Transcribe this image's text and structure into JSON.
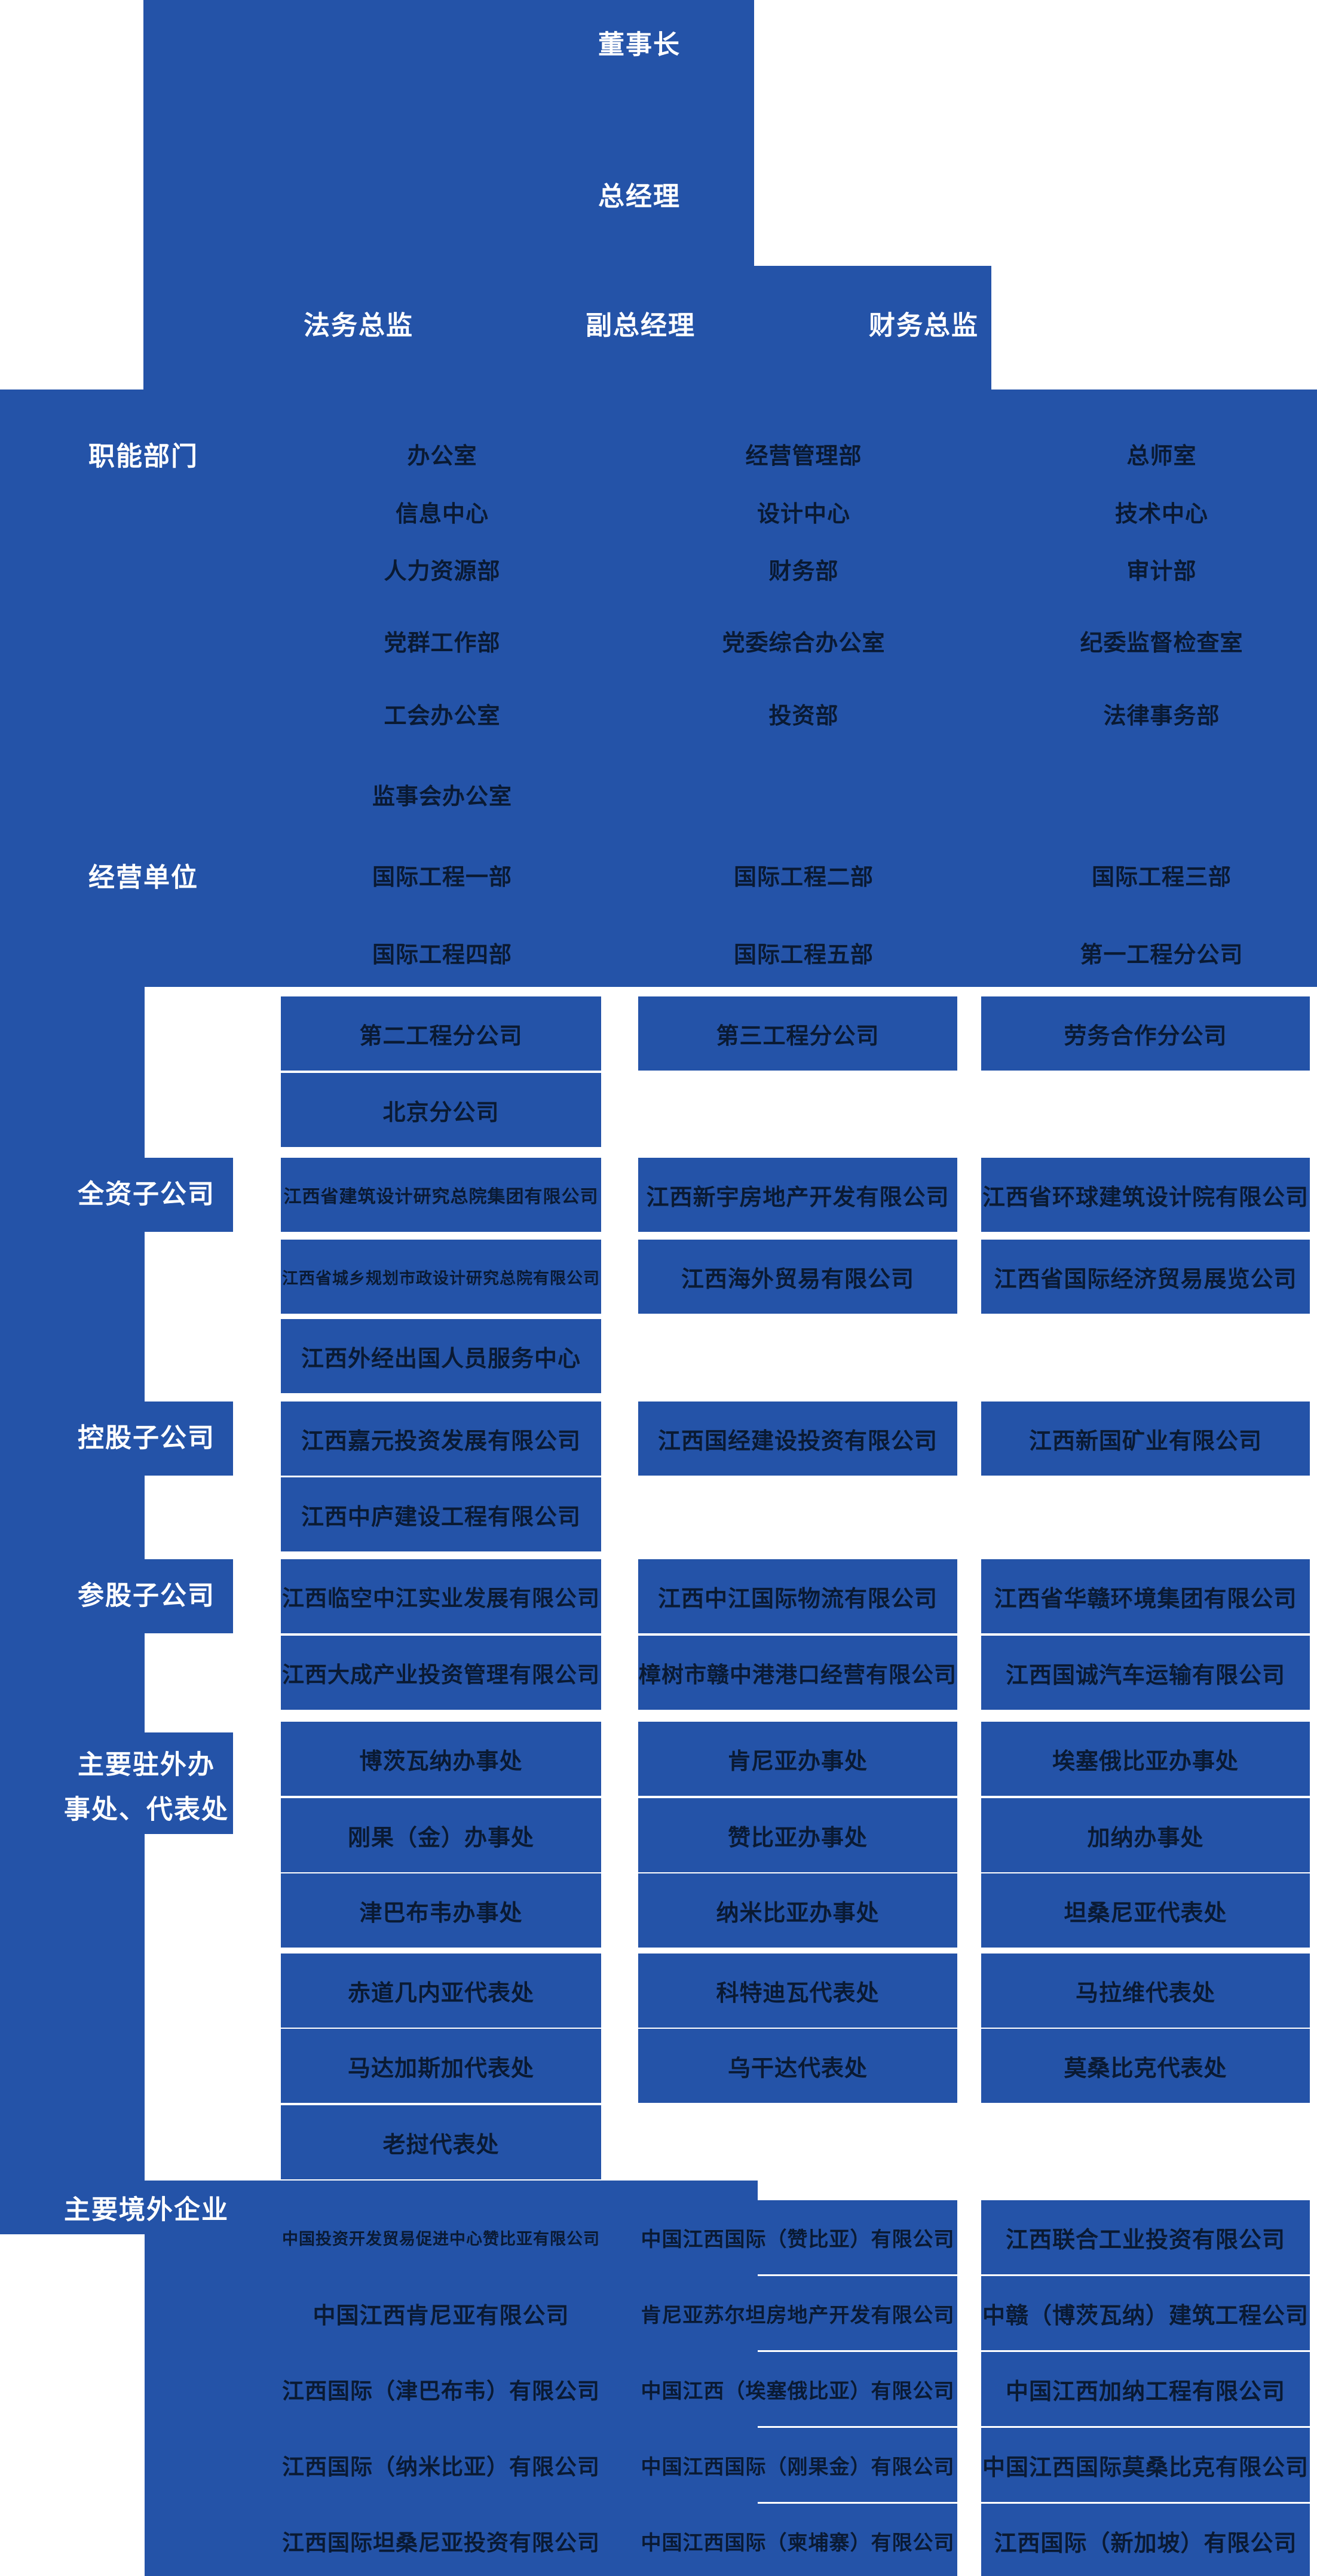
{
  "palette": {
    "background": "#ffffff",
    "node_blue": "#2453a8",
    "dark_text": "#0a1a33",
    "light_text": "#ffffff"
  },
  "top": {
    "chairman": "董事长",
    "general_manager": "总经理",
    "legal_director": "法务总监",
    "deputy_general_manager": "副总经理",
    "finance_director": "财务总监"
  },
  "side_labels": [
    {
      "key": "functional-departments",
      "text": "职能部门"
    },
    {
      "key": "business-units",
      "text": "经营单位"
    },
    {
      "key": "wholly-owned-subsidiaries",
      "text": "全资子公司"
    },
    {
      "key": "holding-subsidiaries",
      "text": "控股子公司"
    },
    {
      "key": "minority-stake-subsidiaries",
      "text": "参股子公司"
    },
    {
      "key": "overseas-offices",
      "text": "主要驻外办事处、代表处",
      "lines": [
        "主要驻外办",
        "事处、代表处"
      ]
    },
    {
      "key": "overseas-enterprises",
      "text": "主要境外企业"
    }
  ],
  "band_rows": [
    [
      "办公室",
      "经营管理部",
      "总师室"
    ],
    [
      "信息中心",
      "设计中心",
      "技术中心"
    ],
    [
      "人力资源部",
      "财务部",
      "审计部"
    ],
    [
      "党群工作部",
      "党委综合办公室",
      "纪委监督检查室"
    ],
    [
      "工会办公室",
      "投资部",
      "法律事务部"
    ],
    [
      "监事会办公室",
      null,
      null
    ],
    [
      "国际工程一部",
      "国际工程二部",
      "国际工程三部"
    ],
    [
      "国际工程四部",
      "国际工程五部",
      "第一工程分公司"
    ]
  ],
  "grid_rows": [
    [
      "第二工程分公司",
      "第三工程分公司",
      "劳务合作分公司"
    ],
    [
      "北京分公司",
      null,
      null
    ],
    [
      "江西省建筑设计研究总院集团有限公司",
      "江西新宇房地产开发有限公司",
      "江西省环球建筑设计院有限公司"
    ],
    [
      "江西省城乡规划市政设计研究总院有限公司",
      "江西海外贸易有限公司",
      "江西省国际经济贸易展览公司"
    ],
    [
      "江西外经出国人员服务中心",
      null,
      null
    ],
    [
      "江西嘉元投资发展有限公司",
      "江西国经建设投资有限公司",
      "江西新国矿业有限公司"
    ],
    [
      "江西中庐建设工程有限公司",
      null,
      null
    ],
    [
      "江西临空中江实业发展有限公司",
      "江西中江国际物流有限公司",
      "江西省华赣环境集团有限公司"
    ],
    [
      "江西大成产业投资管理有限公司",
      "樟树市赣中港港口经营有限公司",
      "江西国诚汽车运输有限公司"
    ],
    [
      "博茨瓦纳办事处",
      "肯尼亚办事处",
      "埃塞俄比亚办事处"
    ],
    [
      "刚果（金）办事处",
      "赞比亚办事处",
      "加纳办事处"
    ],
    [
      "津巴布韦办事处",
      "纳米比亚办事处",
      "坦桑尼亚代表处"
    ],
    [
      "赤道几内亚代表处",
      "科特迪瓦代表处",
      "马拉维代表处"
    ],
    [
      "马达加斯加代表处",
      "乌干达代表处",
      "莫桑比克代表处"
    ],
    [
      "老挝代表处",
      null,
      null
    ],
    [
      "中国投资开发贸易促进中心赞比亚有限公司",
      "中国江西国际（赞比亚）有限公司",
      "江西联合工业投资有限公司"
    ],
    [
      "中国江西肯尼亚有限公司",
      "肯尼亚苏尔坦房地产开发有限公司",
      "中赣（博茨瓦纳）建筑工程公司"
    ],
    [
      "江西国际（津巴布韦）有限公司",
      "中国江西（埃塞俄比亚）有限公司",
      "中国江西加纳工程有限公司"
    ],
    [
      "江西国际（纳米比亚）有限公司",
      "中国江西国际（刚果金）有限公司",
      "中国江西国际莫桑比克有限公司"
    ],
    [
      "江西国际坦桑尼亚投资有限公司",
      "中国江西国际（柬埔寨）有限公司",
      "江西国际（新加坡）有限公司"
    ]
  ]
}
